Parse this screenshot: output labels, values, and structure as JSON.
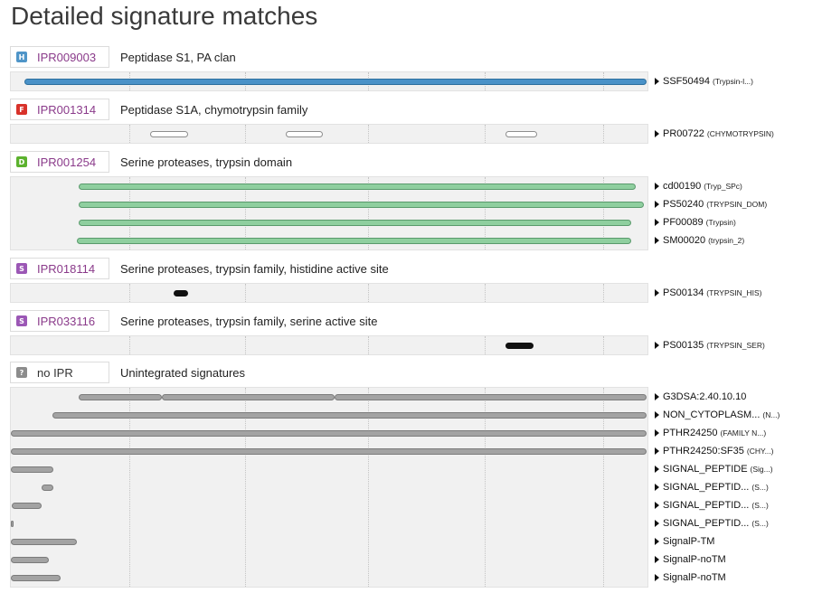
{
  "page": {
    "title": "Detailed signature matches"
  },
  "colors": {
    "homologous_superfamily": "#4f95c8",
    "family": "#d8322a",
    "domain": "#5cb22e",
    "site": "#9b57b5",
    "no_ipr": "#8c8c8c",
    "bar_blue": "#4a92c8",
    "bar_green": "#8fcf9f",
    "bar_white": "#ffffff",
    "bar_black": "#111111",
    "bar_grey": "#a3a3a3"
  },
  "entries": [
    {
      "type_letter": "H",
      "type_color": "#4f95c8",
      "accession": "IPR009003",
      "name": "Peptidase S1, PA clan",
      "rows": [
        {
          "signature": "SSF50494",
          "detail": "(Trypsin-l...)",
          "style": "blue",
          "segments": [
            [
              0.021,
              0.999
            ]
          ]
        }
      ]
    },
    {
      "type_letter": "F",
      "type_color": "#d8322a",
      "accession": "IPR001314",
      "name": "Peptidase S1A, chymotrypsin family",
      "rows": [
        {
          "signature": "PR00722",
          "detail": "(CHYMOTRYPSIN)",
          "style": "white",
          "segments": [
            [
              0.219,
              0.279
            ],
            [
              0.432,
              0.49
            ],
            [
              0.777,
              0.827
            ]
          ]
        }
      ]
    },
    {
      "type_letter": "D",
      "type_color": "#5cb22e",
      "accession": "IPR001254",
      "name": "Serine proteases, trypsin domain",
      "rows": [
        {
          "signature": "cd00190",
          "detail": "(Tryp_SPc)",
          "style": "green",
          "segments": [
            [
              0.107,
              0.982
            ]
          ]
        },
        {
          "signature": "PS50240",
          "detail": "(TRYPSIN_DOM)",
          "style": "green",
          "segments": [
            [
              0.107,
              0.995
            ]
          ]
        },
        {
          "signature": "PF00089",
          "detail": "(Trypsin)",
          "style": "green",
          "segments": [
            [
              0.107,
              0.975
            ]
          ]
        },
        {
          "signature": "SM00020",
          "detail": "(trypsin_2)",
          "style": "green",
          "segments": [
            [
              0.103,
              0.975
            ]
          ]
        }
      ]
    },
    {
      "type_letter": "S",
      "type_color": "#9b57b5",
      "accession": "IPR018114",
      "name": "Serine proteases, trypsin family, histidine active site",
      "rows": [
        {
          "signature": "PS00134",
          "detail": "(TRYPSIN_HIS)",
          "style": "black",
          "segments": [
            [
              0.256,
              0.279
            ]
          ]
        }
      ]
    },
    {
      "type_letter": "S",
      "type_color": "#9b57b5",
      "accession": "IPR033116",
      "name": "Serine proteases, trypsin family, serine active site",
      "rows": [
        {
          "signature": "PS00135",
          "detail": "(TRYPSIN_SER)",
          "style": "black",
          "segments": [
            [
              0.777,
              0.821
            ]
          ]
        }
      ]
    },
    {
      "type_letter": "?",
      "type_color": "#8c8c8c",
      "accession": "no IPR",
      "plain": true,
      "name": "Unintegrated signatures",
      "rows": [
        {
          "signature": "G3DSA:2.40.10.10",
          "detail": "",
          "style": "grey",
          "segments": [
            [
              0.107,
              0.237
            ],
            [
              0.237,
              0.508
            ],
            [
              0.508,
              0.999
            ]
          ]
        },
        {
          "signature": "NON_CYTOPLASM...",
          "detail": "(N...)",
          "style": "grey",
          "segments": [
            [
              0.066,
              0.999
            ]
          ]
        },
        {
          "signature": "PTHR24250",
          "detail": "(FAMILY N...)",
          "style": "grey",
          "segments": [
            [
              0.0,
              0.999
            ]
          ]
        },
        {
          "signature": "PTHR24250:SF35",
          "detail": "(CHY...)",
          "style": "grey",
          "segments": [
            [
              0.0,
              0.999
            ]
          ]
        },
        {
          "signature": "SIGNAL_PEPTIDE",
          "detail": "(Sig...)",
          "style": "grey",
          "segments": [
            [
              0.0,
              0.067
            ]
          ]
        },
        {
          "signature": "SIGNAL_PEPTID...",
          "detail": "(S...)",
          "style": "grey",
          "segments": [
            [
              0.048,
              0.067
            ]
          ]
        },
        {
          "signature": "SIGNAL_PEPTID...",
          "detail": "(S...)",
          "style": "grey",
          "segments": [
            [
              0.002,
              0.048
            ]
          ]
        },
        {
          "signature": "SIGNAL_PEPTID...",
          "detail": "(S...)",
          "style": "grey",
          "segments": [
            [
              0.0,
              0.004
            ]
          ]
        },
        {
          "signature": "SignalP-TM",
          "detail": "",
          "style": "grey",
          "segments": [
            [
              0.0,
              0.104
            ]
          ]
        },
        {
          "signature": "SignalP-noTM",
          "detail": "",
          "style": "grey",
          "segments": [
            [
              0.0,
              0.06
            ]
          ]
        },
        {
          "signature": "SignalP-noTM",
          "detail": "",
          "style": "grey",
          "segments": [
            [
              0.0,
              0.078
            ]
          ]
        }
      ]
    }
  ]
}
